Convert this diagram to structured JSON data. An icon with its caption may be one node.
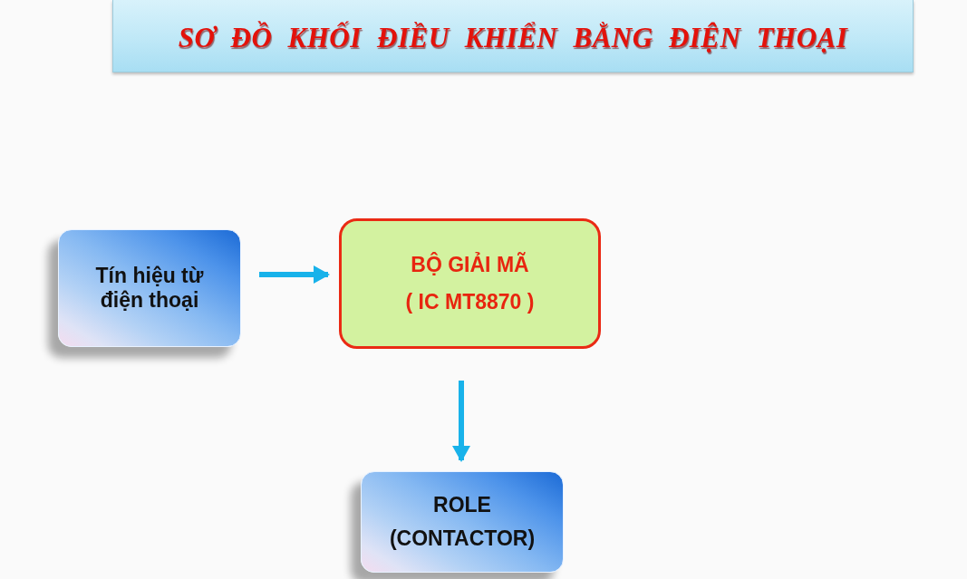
{
  "diagram": {
    "title": "SƠ ĐỒ KHỐI ĐIỀU KHIỂN BẰNG ĐIỆN THOẠI",
    "nodes": [
      {
        "text": [
          "Tín hiệu từ điện thoại"
        ]
      },
      {
        "text": [
          "BỘ GIẢI MÃ",
          "( IC MT8870 )"
        ]
      },
      {
        "text": [
          "ROLE",
          "(CONTACTOR)"
        ]
      }
    ],
    "edges": [
      {
        "from": 0,
        "to": 1,
        "arrow": "to"
      },
      {
        "from": 1,
        "to": 2,
        "arrow": "to"
      }
    ]
  }
}
